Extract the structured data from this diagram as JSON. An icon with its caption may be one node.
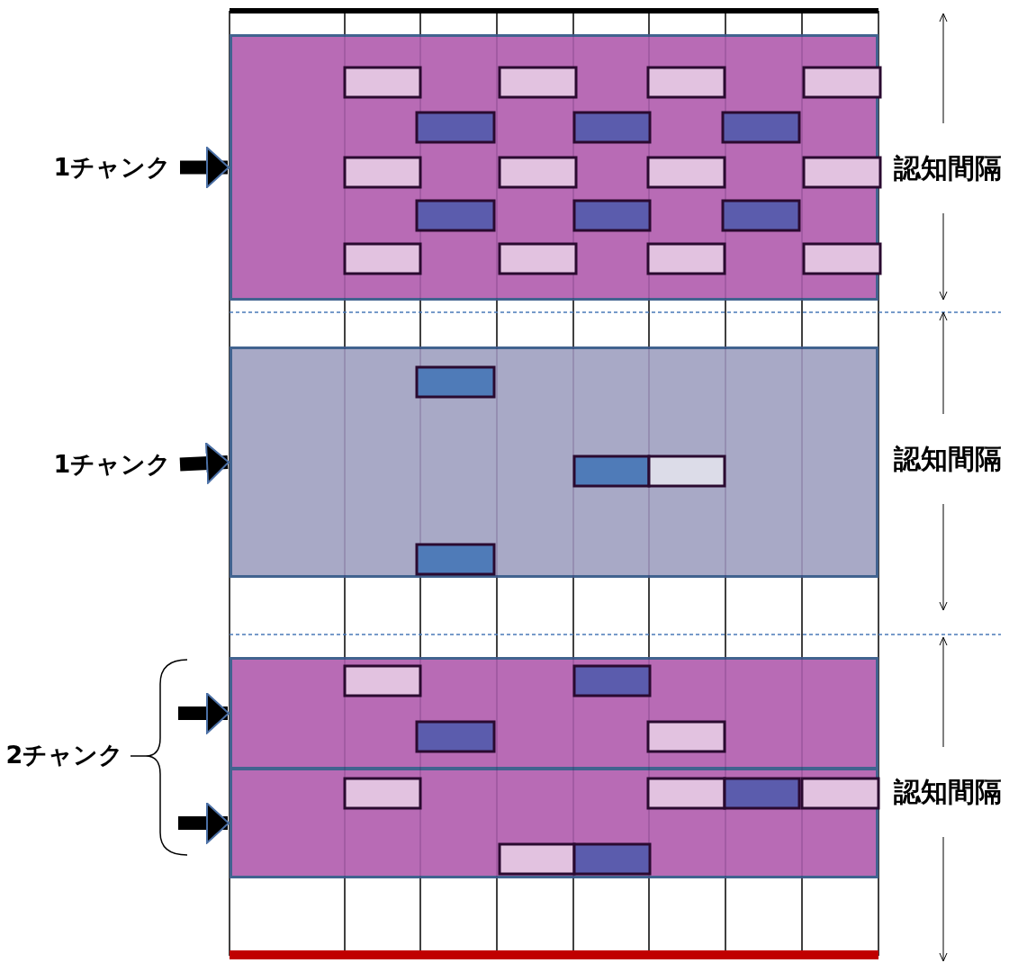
{
  "diagram": {
    "nodes": [
      {
        "text": [
          "1チャンク"
        ]
      },
      {
        "text": [],
        "shape": "box"
      },
      {
        "text": [
          "1チャンク"
        ]
      },
      {
        "text": [],
        "shape": "box"
      },
      {
        "text": [
          "2チャンク"
        ]
      },
      {
        "text": [],
        "shape": "box"
      },
      {
        "text": [],
        "shape": "box"
      }
    ],
    "edges": [
      {
        "from": 0,
        "to": 1,
        "arrow": "to"
      },
      {
        "from": 2,
        "to": 3,
        "arrow": "to"
      },
      {
        "from": 4,
        "to": 5,
        "arrow": "to"
      },
      {
        "from": 4,
        "to": 6,
        "arrow": "to"
      }
    ],
    "labels": [
      "認知間隔",
      "認知間隔",
      "認知間隔"
    ]
  }
}
